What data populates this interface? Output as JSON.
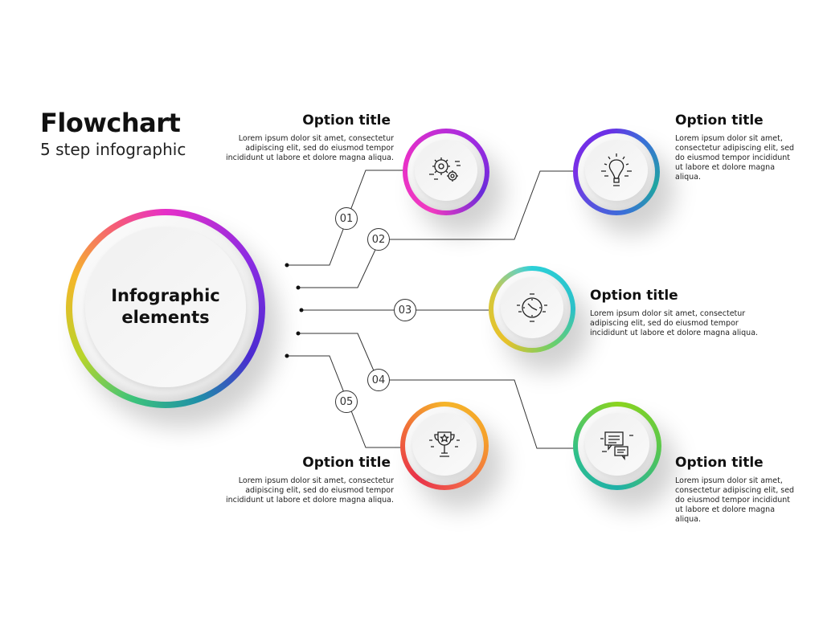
{
  "header": {
    "title": "Flowchart",
    "subtitle": "5 step infographic"
  },
  "center": {
    "label_line1": "Infographic",
    "label_line2": "elements"
  },
  "steps": [
    {
      "number": "01",
      "title": "Option title",
      "text": "Lorem ipsum dolor sit amet, consectetur adipiscing elit, sed do eiusmod tempor incididunt ut labore et dolore magna aliqua.",
      "icon": "gears-icon",
      "colors": [
        "#e62fc8",
        "#6a2bd9"
      ]
    },
    {
      "number": "02",
      "title": "Option title",
      "text": "Lorem ipsum dolor sit amet, consectetur adipiscing elit, sed do eiusmod tempor incididunt ut labore et dolore magna aliqua.",
      "icon": "lightbulb-icon",
      "colors": [
        "#6b2fe6",
        "#1fa6a0"
      ]
    },
    {
      "number": "03",
      "title": "Option title",
      "text": "Lorem ipsum dolor sit amet, consectetur adipiscing elit, sed do eiusmod tempor incididunt ut labore et dolore magna aliqua.",
      "icon": "clock-icon",
      "colors": [
        "#2bd0d8",
        "#e8c12a"
      ]
    },
    {
      "number": "04",
      "title": "Option title",
      "text": "Lorem ipsum dolor sit amet, consectetur adipiscing elit, sed do eiusmod tempor incididunt ut labore et dolore magna aliqua.",
      "icon": "chat-icon",
      "colors": [
        "#8bd41e",
        "#1fb0a8"
      ]
    },
    {
      "number": "05",
      "title": "Option title",
      "text": "Lorem ipsum dolor sit amet, consectetur adipiscing elit, sed do eiusmod tempor incididunt ut labore et dolore magna aliqua.",
      "icon": "trophy-icon",
      "colors": [
        "#f5b52a",
        "#e8324a"
      ]
    }
  ]
}
